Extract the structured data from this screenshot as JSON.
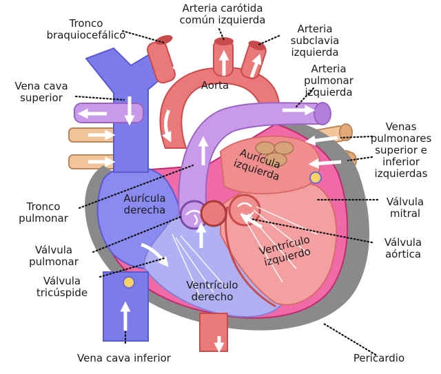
{
  "labels": {
    "tronco_braquiocefalico": [
      "Tronco",
      "braquiocefálico"
    ],
    "arteria_carotida": [
      "Arteria carótida",
      "común izquierda"
    ],
    "arteria_subclavia": [
      "Arteria",
      "subclavia",
      "izquierda"
    ],
    "arteria_pulmonar": [
      "Arteria",
      "pulmonar",
      "izquierda"
    ],
    "vena_cava_superior": [
      "Vena cava",
      "superior"
    ],
    "venas_pulmonares": [
      "Venas",
      "pulmonares",
      "superior e",
      "inferior",
      "izquierdas"
    ],
    "tronco_pulmonar": [
      "Tronco",
      "pulmonar"
    ],
    "valvula_mitral": [
      "Válvula",
      "mitral"
    ],
    "valvula_pulmonar": [
      "Válvula",
      "pulmonar"
    ],
    "valvula_aortica": [
      "Válvula",
      "aórtica"
    ],
    "valvula_tricuspide": [
      "Válvula",
      "tricúspide"
    ],
    "vena_cava_inferior": "Vena cava inferior",
    "pericardio": "Pericardio",
    "aorta": "Aorta",
    "auricula_derecha": [
      "Aurícula",
      "derecha"
    ],
    "auricula_izquierda": [
      "Aurícula",
      "izquierda"
    ],
    "ventriculo_derecho": [
      "Ventrículo",
      "derecho"
    ],
    "ventriculo_izquierdo": [
      "Ventrículo",
      "izquierdo"
    ]
  },
  "colors": {
    "venous_blue": "#7b7bea",
    "venous_blue_dark": "#5a5acf",
    "arterial_red": "#ea7a7a",
    "arterial_red_dark": "#c84a4a",
    "pulmonary_purple": "#c99ae8",
    "pulmonary_vein_tan": "#f2c49a",
    "pericardium_pink": "#f06aa8",
    "pericardium_gray": "#8a8a8a",
    "left_ventricle": "#f4a0a0",
    "right_ventricle": "#b0b0f2",
    "arrow_white": "#ffffff"
  }
}
